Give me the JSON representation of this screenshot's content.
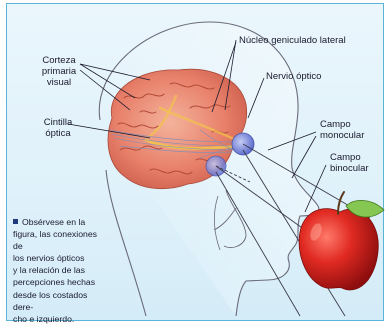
{
  "labels": {
    "nucleo": "Núcleo geniculado lateral",
    "corteza": [
      "Corteza",
      "primaria",
      "visual"
    ],
    "nervio": "Nervio óptico",
    "cintilla": [
      "Cintilla",
      "óptica"
    ],
    "campo_monocular": [
      "Campo",
      "monocular"
    ],
    "campo_binocular": [
      "Campo",
      "binocular"
    ]
  },
  "caption_lines": [
    "Obsérvese en la",
    "figura, las conexiones de",
    "los nervios ópticos",
    "y la relación de las",
    "percepciones hechas",
    "desde los costados dere-",
    "cho e izquierdo."
  ],
  "colors": {
    "frame_border": "#5ab4d6",
    "background": "#e4f3fb",
    "brain": "#e8806a",
    "optic_pathway": "#f2c54a",
    "eye": "#6f7fd6",
    "apple": "#d42020",
    "leaf": "#7cc04a"
  }
}
